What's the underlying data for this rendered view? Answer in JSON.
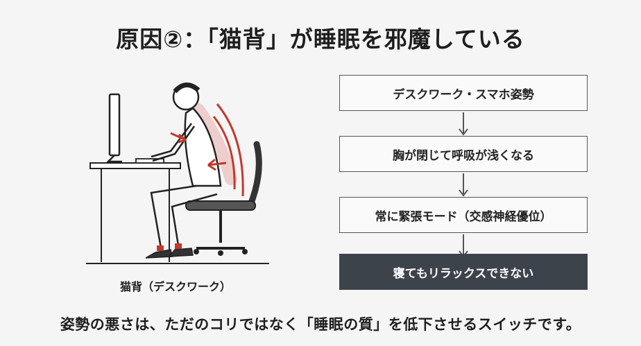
{
  "title": "原因②：「猫背」が睡眠を邪魔している",
  "figure": {
    "caption": "猫背（デスクワーク）",
    "accent_color": "#c0392b"
  },
  "flow": {
    "steps": [
      {
        "label": "デスクワーク・スマホ姿勢"
      },
      {
        "label": "胸が閉じて呼吸が浅くなる"
      },
      {
        "label": "常に緊張モード（交感神経優位）"
      },
      {
        "label": "寝てもリラックスできない"
      }
    ],
    "final_bg": "#3d434b"
  },
  "footer": "姿勢の悪さは、ただのコリではなく「睡眠の質」を低下させるスイッチです。"
}
